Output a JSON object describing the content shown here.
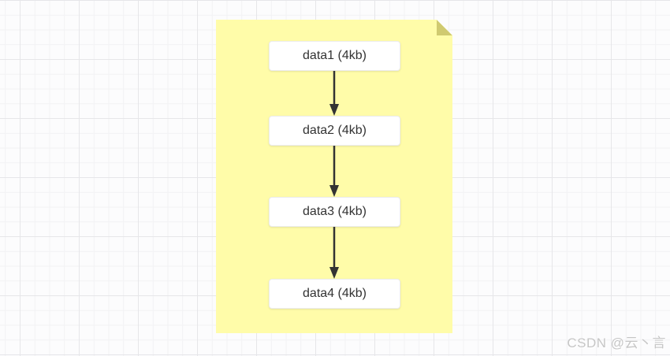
{
  "diagram": {
    "nodes": [
      {
        "label": "data1 (4kb)"
      },
      {
        "label": "data2 (4kb)"
      },
      {
        "label": "data3 (4kb)"
      },
      {
        "label": "data4 (4kb)"
      }
    ],
    "connectors": [
      {
        "from": "data1 (4kb)",
        "to": "data2 (4kb)"
      },
      {
        "from": "data2 (4kb)",
        "to": "data3 (4kb)"
      },
      {
        "from": "data3 (4kb)",
        "to": "data4 (4kb)"
      }
    ]
  },
  "colors": {
    "note_fill": "#fffca9",
    "note_fold": "#d0ca70",
    "node_fill": "#ffffff",
    "node_text": "#333333",
    "connector": "#333333",
    "grid_minor": "#f2f2f4",
    "grid_major": "#e6e6e9",
    "watermark": "#c6c6c6"
  },
  "watermark": {
    "text": "CSDN @云丶言"
  }
}
